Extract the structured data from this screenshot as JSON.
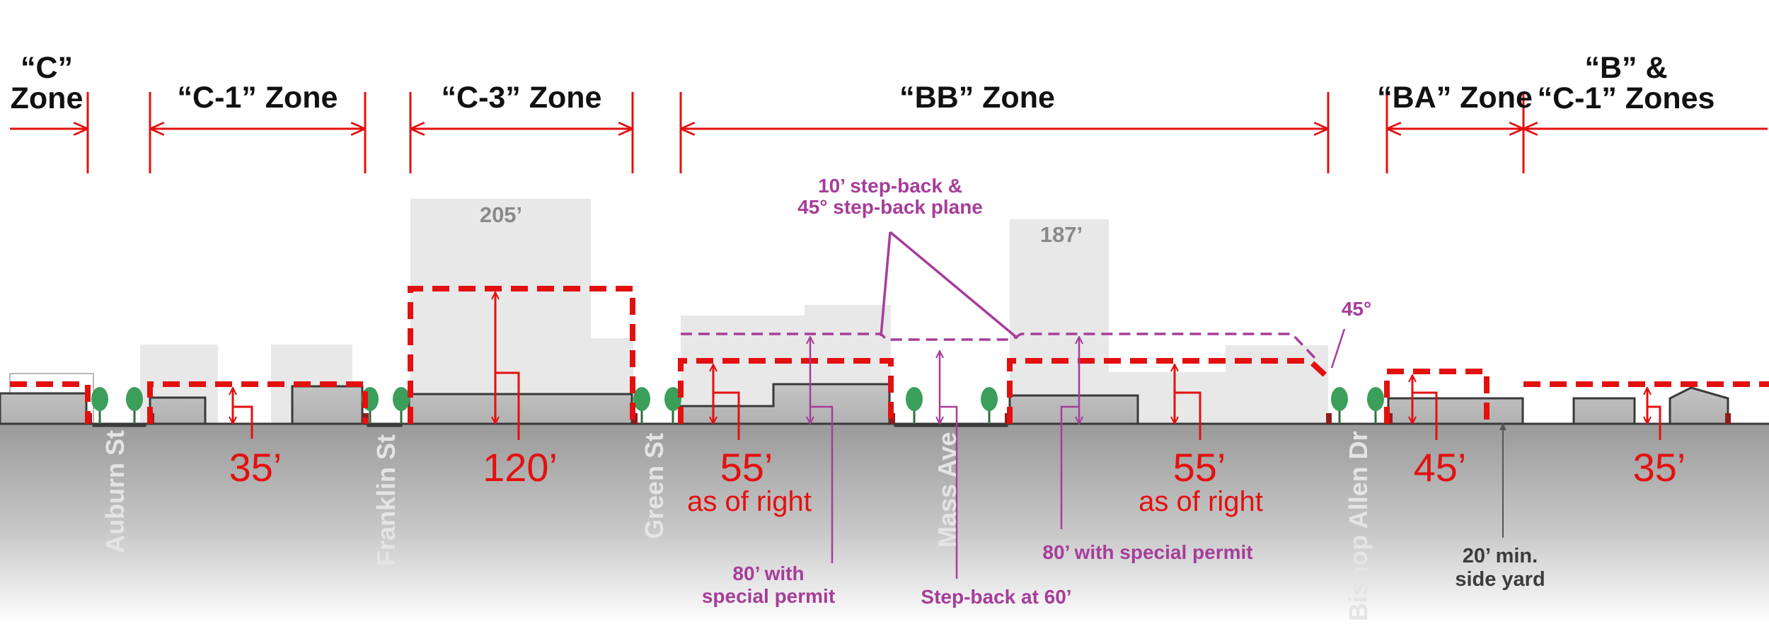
{
  "zones": {
    "c": [
      "“C”",
      "Zone"
    ],
    "c1": "“C-1” Zone",
    "c3": "“C-3” Zone",
    "bb": "“BB” Zone",
    "ba": "“BA” Zone",
    "b_c1": [
      "“B” &",
      "“C-1” Zones"
    ]
  },
  "background_heights": {
    "left_tower": "205’",
    "right_tower": "187’"
  },
  "streets": {
    "auburn": "Auburn St",
    "franklin": "Franklin St",
    "green": "Green St",
    "mass": "Mass Ave",
    "bishop": "Bishop Allen Dr"
  },
  "height_limits": {
    "c1": "35’",
    "c3": "120’",
    "bb_west": "55’",
    "bb_west_sub": "as of right",
    "bb_east": "55’",
    "bb_east_sub": "as of right",
    "ba": "45’",
    "b_c1": "35’"
  },
  "annotations": {
    "stepback_plane": [
      "10’ step-back &",
      "45° step-back plane"
    ],
    "angle": "45°",
    "special_west": [
      "80’ with",
      "special permit"
    ],
    "special_east": "80’ with special permit",
    "stepback_60": "Step-back at 60’",
    "side_yard": [
      "20’ min.",
      "side yard"
    ]
  },
  "colors": {
    "limit_red": "#e41010",
    "note_purple": "#a63d9a",
    "ground_grey": "#a8a8a8",
    "building_grey": "#bdbdbd",
    "tree_green": "#3b9e5b"
  }
}
